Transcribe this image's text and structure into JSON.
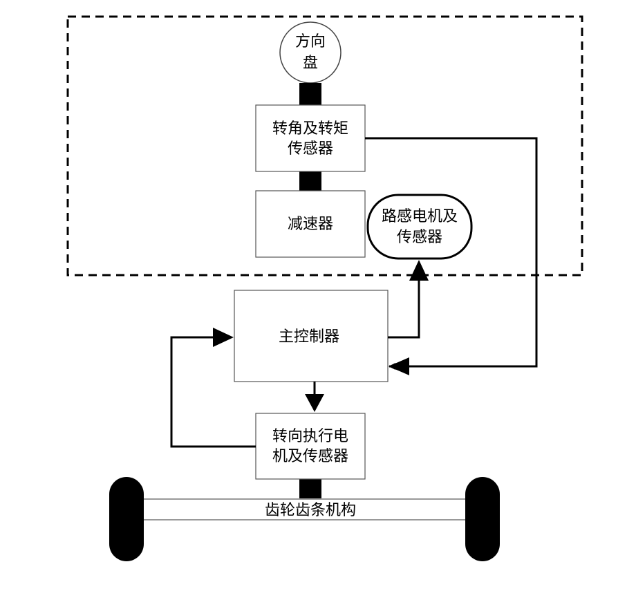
{
  "nodes": {
    "steering_wheel": {
      "line1": "方向",
      "line2": "盘"
    },
    "angle_torque_sensor": {
      "line1": "转角及转矩",
      "line2": "传感器"
    },
    "reducer": {
      "label": "减速器"
    },
    "road_feel_motor": {
      "line1": "路感电机及",
      "line2": "传感器"
    },
    "main_controller": {
      "label": "主控制器"
    },
    "steering_motor": {
      "line1": "转向执行电",
      "line2": "机及传感器"
    },
    "rack_pinion": {
      "label": "齿轮齿条机构"
    }
  },
  "colors": {
    "stroke": "#000000",
    "fill": "#ffffff",
    "box_stroke": "#555555"
  }
}
